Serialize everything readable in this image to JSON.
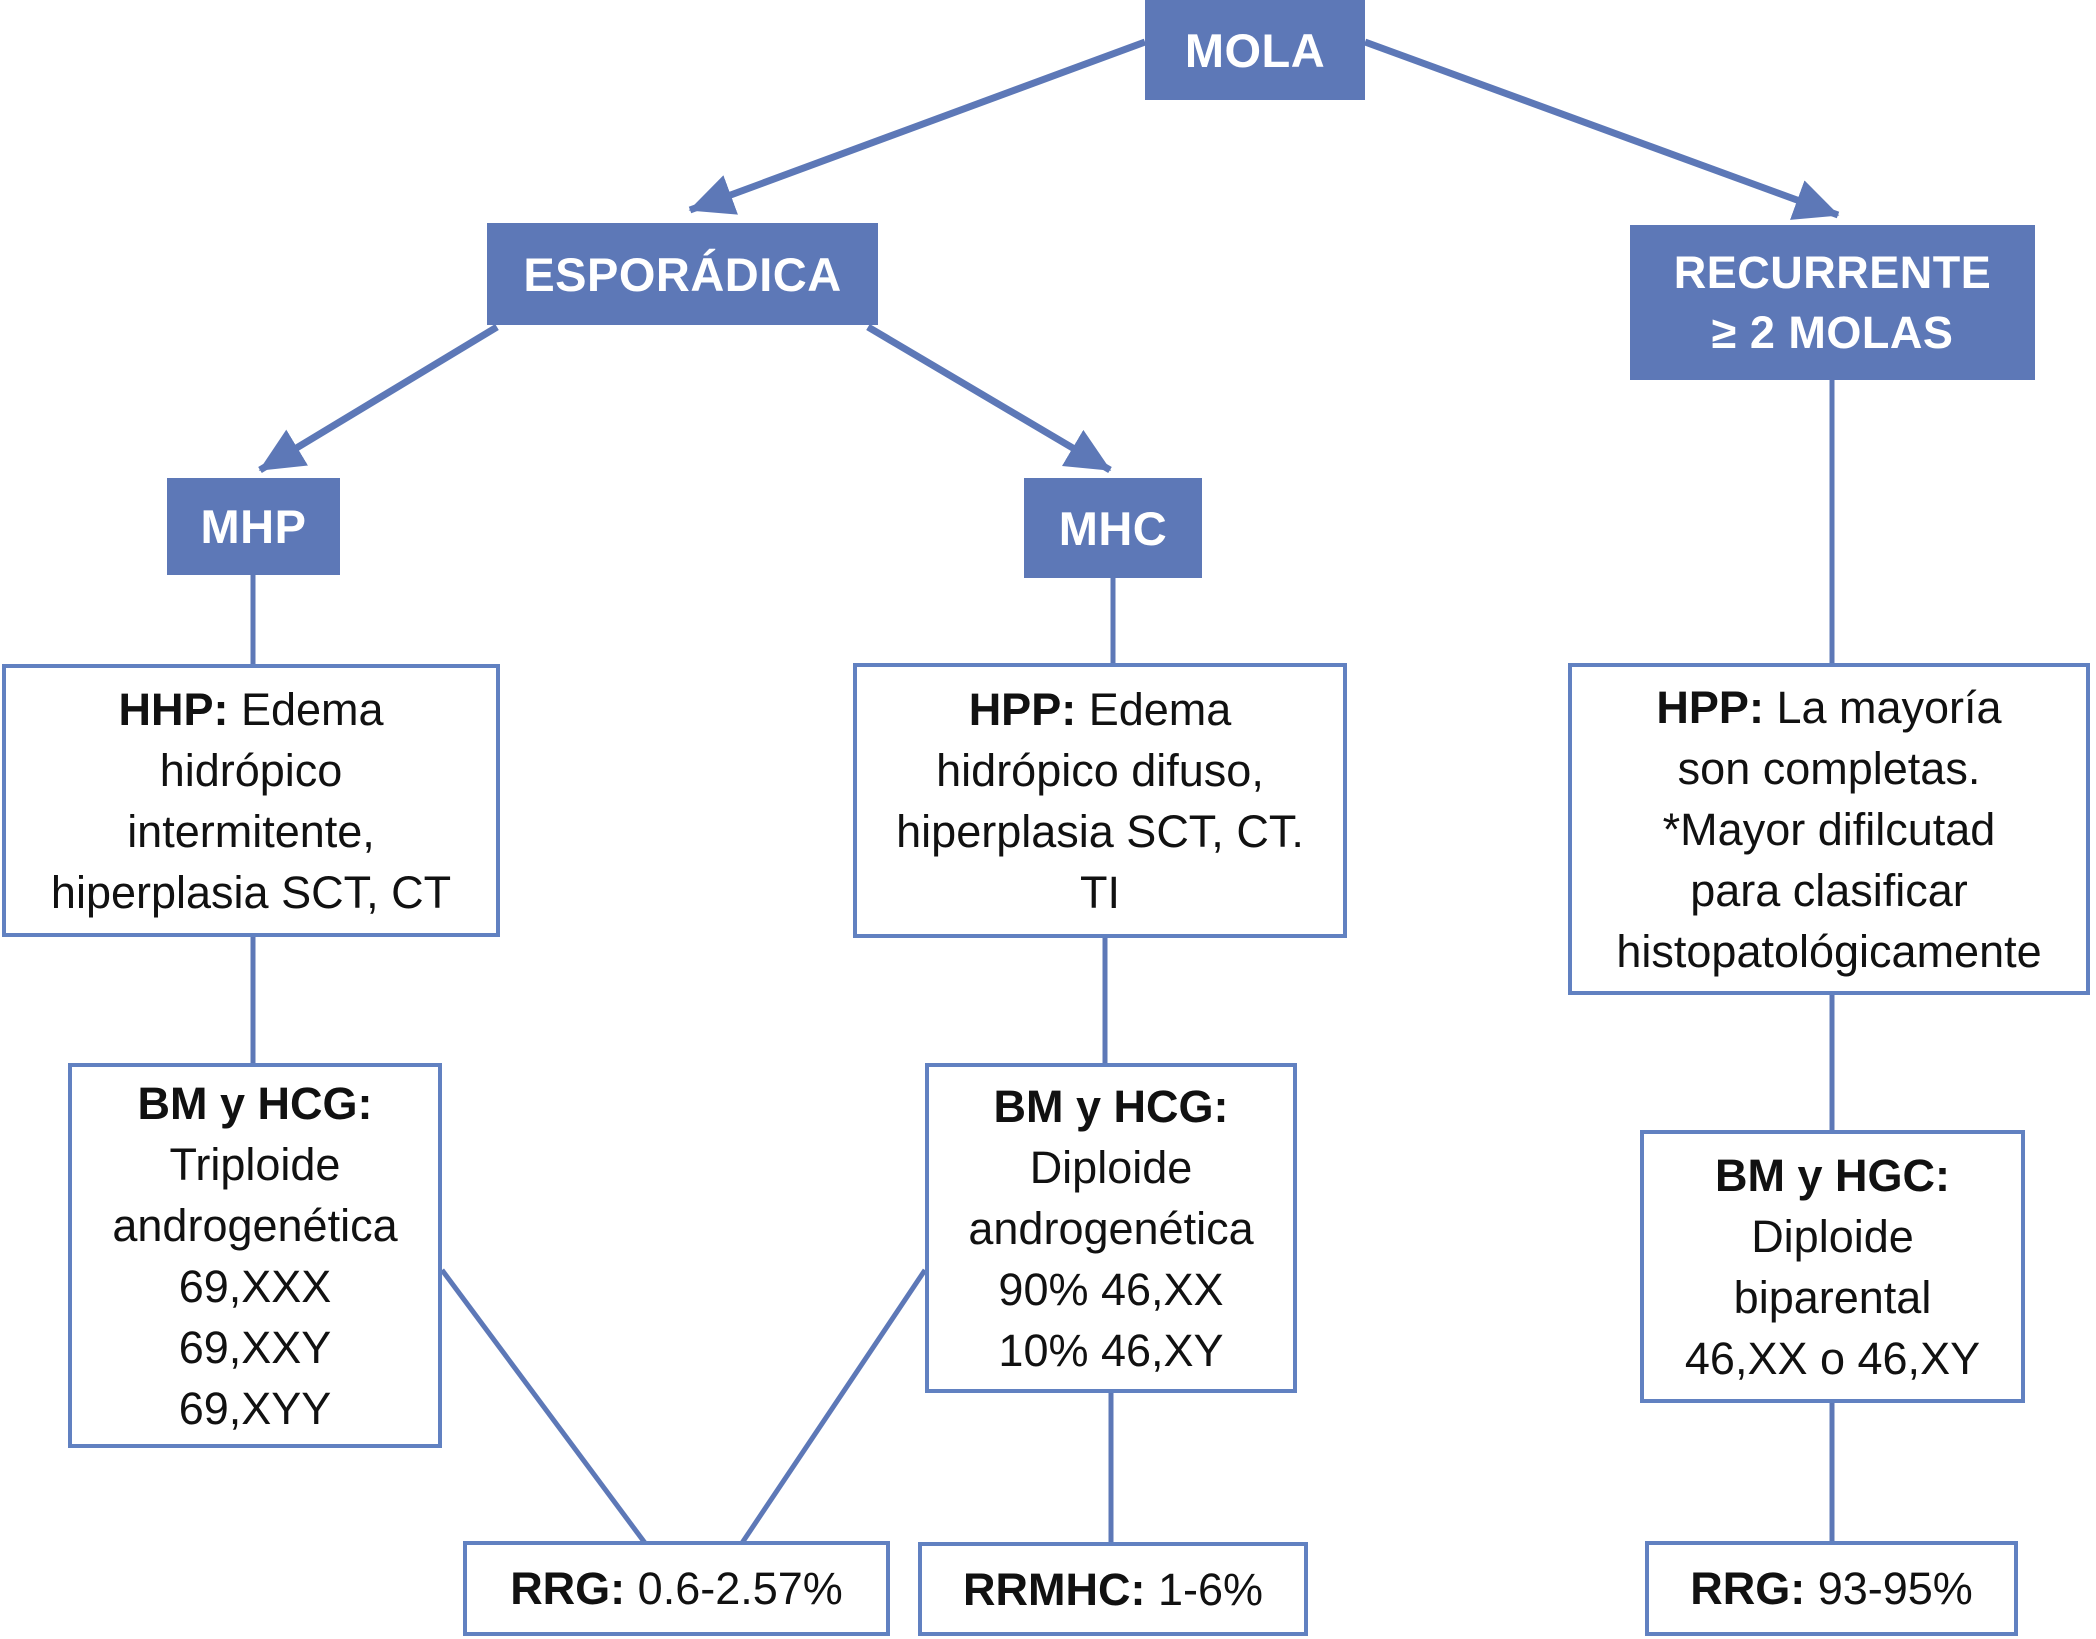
{
  "colors": {
    "node_fill": "#5d78b7",
    "node_text": "#ffffff",
    "box_border": "#6181c1",
    "connector": "#5d78b7",
    "text_color": "#111111"
  },
  "nodes": {
    "mola": {
      "label": "MOLA"
    },
    "esporadica": {
      "label": "ESPORÁDICA"
    },
    "recurrente": {
      "line1": "RECURRENTE",
      "line2": "≥ 2 MOLAS"
    },
    "mhp": {
      "label": "MHP"
    },
    "mhc": {
      "label": "MHC"
    }
  },
  "boxes": {
    "mhp_histology": {
      "lead": "HHP:",
      "rest": " Edema",
      "lines": [
        "hidrópico",
        "intermitente,",
        "hiperplasia SCT, CT"
      ]
    },
    "mhc_histology": {
      "lead": "HPP:",
      "rest": " Edema",
      "lines": [
        "hidrópico difuso,",
        "hiperplasia SCT, CT.",
        "TI"
      ]
    },
    "recurrent_histology": {
      "lead": "HPP:",
      "rest": " La mayoría",
      "lines": [
        "son completas.",
        "*Mayor difilcutad",
        "para clasificar",
        "histopatológicamente"
      ]
    },
    "mhp_genetics": {
      "lead": "BM y HCG:",
      "rest": "",
      "lines": [
        "Triploide",
        "androgenética",
        "69,XXX",
        "69,XXY",
        "69,XYY"
      ]
    },
    "mhc_genetics": {
      "lead": "BM y HCG:",
      "rest": "",
      "lines": [
        "Diploide",
        "androgenética",
        "90% 46,XX",
        "10% 46,XY"
      ]
    },
    "recurrent_genetics": {
      "lead": "BM y HGC:",
      "rest": "",
      "lines": [
        "Diploide",
        "biparental",
        "46,XX o 46,XY"
      ]
    },
    "rrg_sporadic": {
      "lead": "RRG:",
      "rest": " 0.6-2.57%"
    },
    "rrmhc": {
      "lead": "RRMHC:",
      "rest": " 1-6%"
    },
    "rrg_recurrent": {
      "lead": "RRG:",
      "rest": " 93-95%"
    }
  }
}
